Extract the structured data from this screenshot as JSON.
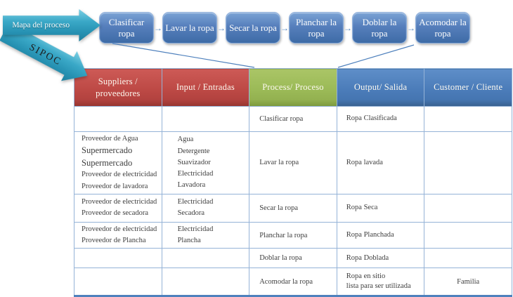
{
  "slide": {
    "map_arrow_label": "Mapa del proceso",
    "sipoc_label": "SIPOC"
  },
  "flow": {
    "connector_icon": "→",
    "steps": [
      "Clasificar ropa",
      "Lavar la ropa",
      "Secar la ropa",
      "Planchar la ropa",
      "Doblar la ropa",
      "Acomodar la ropa"
    ]
  },
  "table": {
    "headers": [
      {
        "label": "Suppliers / proveedores",
        "theme": "red",
        "color": "#BE4B48"
      },
      {
        "label": "Input / Entradas",
        "theme": "red",
        "color": "#BE4B48"
      },
      {
        "label": "Process/ Proceso",
        "theme": "green",
        "color": "#9BBB59"
      },
      {
        "label": "Output/ Salida",
        "theme": "blue",
        "color": "#4F81BD"
      },
      {
        "label": "Customer / Cliente",
        "theme": "blue",
        "color": "#4F81BD"
      }
    ],
    "rows": [
      {
        "suppliers": [],
        "inputs": [],
        "process": "Clasificar ropa",
        "output": [
          "Ropa Clasificada"
        ],
        "customer": ""
      },
      {
        "suppliers": [
          {
            "text": "Proveedor de Agua"
          },
          {
            "text": "Supermercado",
            "large": true
          },
          {
            "text": "Supermercado",
            "large": true
          },
          {
            "text": "Proveedor de electricidad"
          },
          {
            "text": "Proveedor de lavadora"
          }
        ],
        "inputs": [
          "Agua",
          "Detergente",
          "Suavizador",
          "Electricidad",
          "Lavadora"
        ],
        "process": "Lavar la ropa",
        "output": [
          "Ropa lavada"
        ],
        "customer": ""
      },
      {
        "suppliers": [
          {
            "text": "Proveedor de electricidad"
          },
          {
            "text": "Proveedor de secadora"
          }
        ],
        "inputs": [
          "Electricidad",
          "Secadora"
        ],
        "process": "Secar la ropa",
        "output": [
          "Ropa Seca"
        ],
        "customer": ""
      },
      {
        "suppliers": [
          {
            "text": "Proveedor de electricidad"
          },
          {
            "text": "Proveedor de Plancha"
          }
        ],
        "inputs": [
          "Electricidad",
          "Plancha"
        ],
        "process": "Planchar la ropa",
        "output": [
          "Ropa Planchada"
        ],
        "customer": ""
      },
      {
        "suppliers": [],
        "inputs": [],
        "process": "Doblar la ropa",
        "output": [
          "Ropa Doblada"
        ],
        "customer": ""
      },
      {
        "suppliers": [],
        "inputs": [],
        "process": "Acomodar la ropa",
        "output": [
          "Ropa en sitio",
          "lista para ser utilizada"
        ],
        "customer": "Familia"
      }
    ]
  },
  "colors": {
    "teal_arrow": "#2F9FC0",
    "red_header": "#BE4B48",
    "green_header": "#9BBB59",
    "blue_header": "#4F81BD",
    "flow_box_blue": "#4F81BD",
    "cell_border": "#95B3D7",
    "connector_line": "#4F81BD",
    "body_text": "#3D3D3D"
  }
}
